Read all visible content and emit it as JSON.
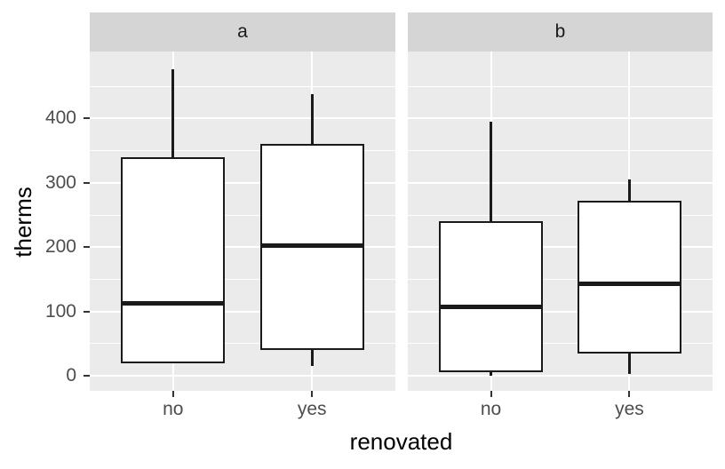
{
  "colors": {
    "background": "#ffffff",
    "panel_background": "#ebebeb",
    "strip_background": "#d5d5d5",
    "gridline": "#ffffff",
    "box_fill": "#ffffff",
    "box_stroke": "#1a1a1a",
    "axis_text": "#4d4d4d",
    "tick_mark": "#333333",
    "title_text": "#000000"
  },
  "chart_data": {
    "type": "boxplot",
    "title": "",
    "xlabel": "renovated",
    "ylabel": "therms",
    "facet_labels": [
      "a",
      "b"
    ],
    "categories": [
      "no",
      "yes"
    ],
    "y_ticks": [
      0,
      100,
      200,
      300,
      400
    ],
    "y_minor_ticks": [
      50,
      150,
      250,
      350,
      450
    ],
    "ylim": [
      -23,
      504
    ],
    "grid": "on",
    "legend": "none",
    "series": [
      {
        "facet": "a",
        "category": "no",
        "min": 20,
        "q1": 20,
        "median": 113,
        "q3": 340,
        "max": 477
      },
      {
        "facet": "a",
        "category": "yes",
        "min": 15,
        "q1": 40,
        "median": 203,
        "q3": 360,
        "max": 438
      },
      {
        "facet": "b",
        "category": "no",
        "min": 0,
        "q1": 5,
        "median": 107,
        "q3": 240,
        "max": 395
      },
      {
        "facet": "b",
        "category": "yes",
        "min": 3,
        "q1": 34,
        "median": 143,
        "q3": 272,
        "max": 305
      }
    ]
  }
}
